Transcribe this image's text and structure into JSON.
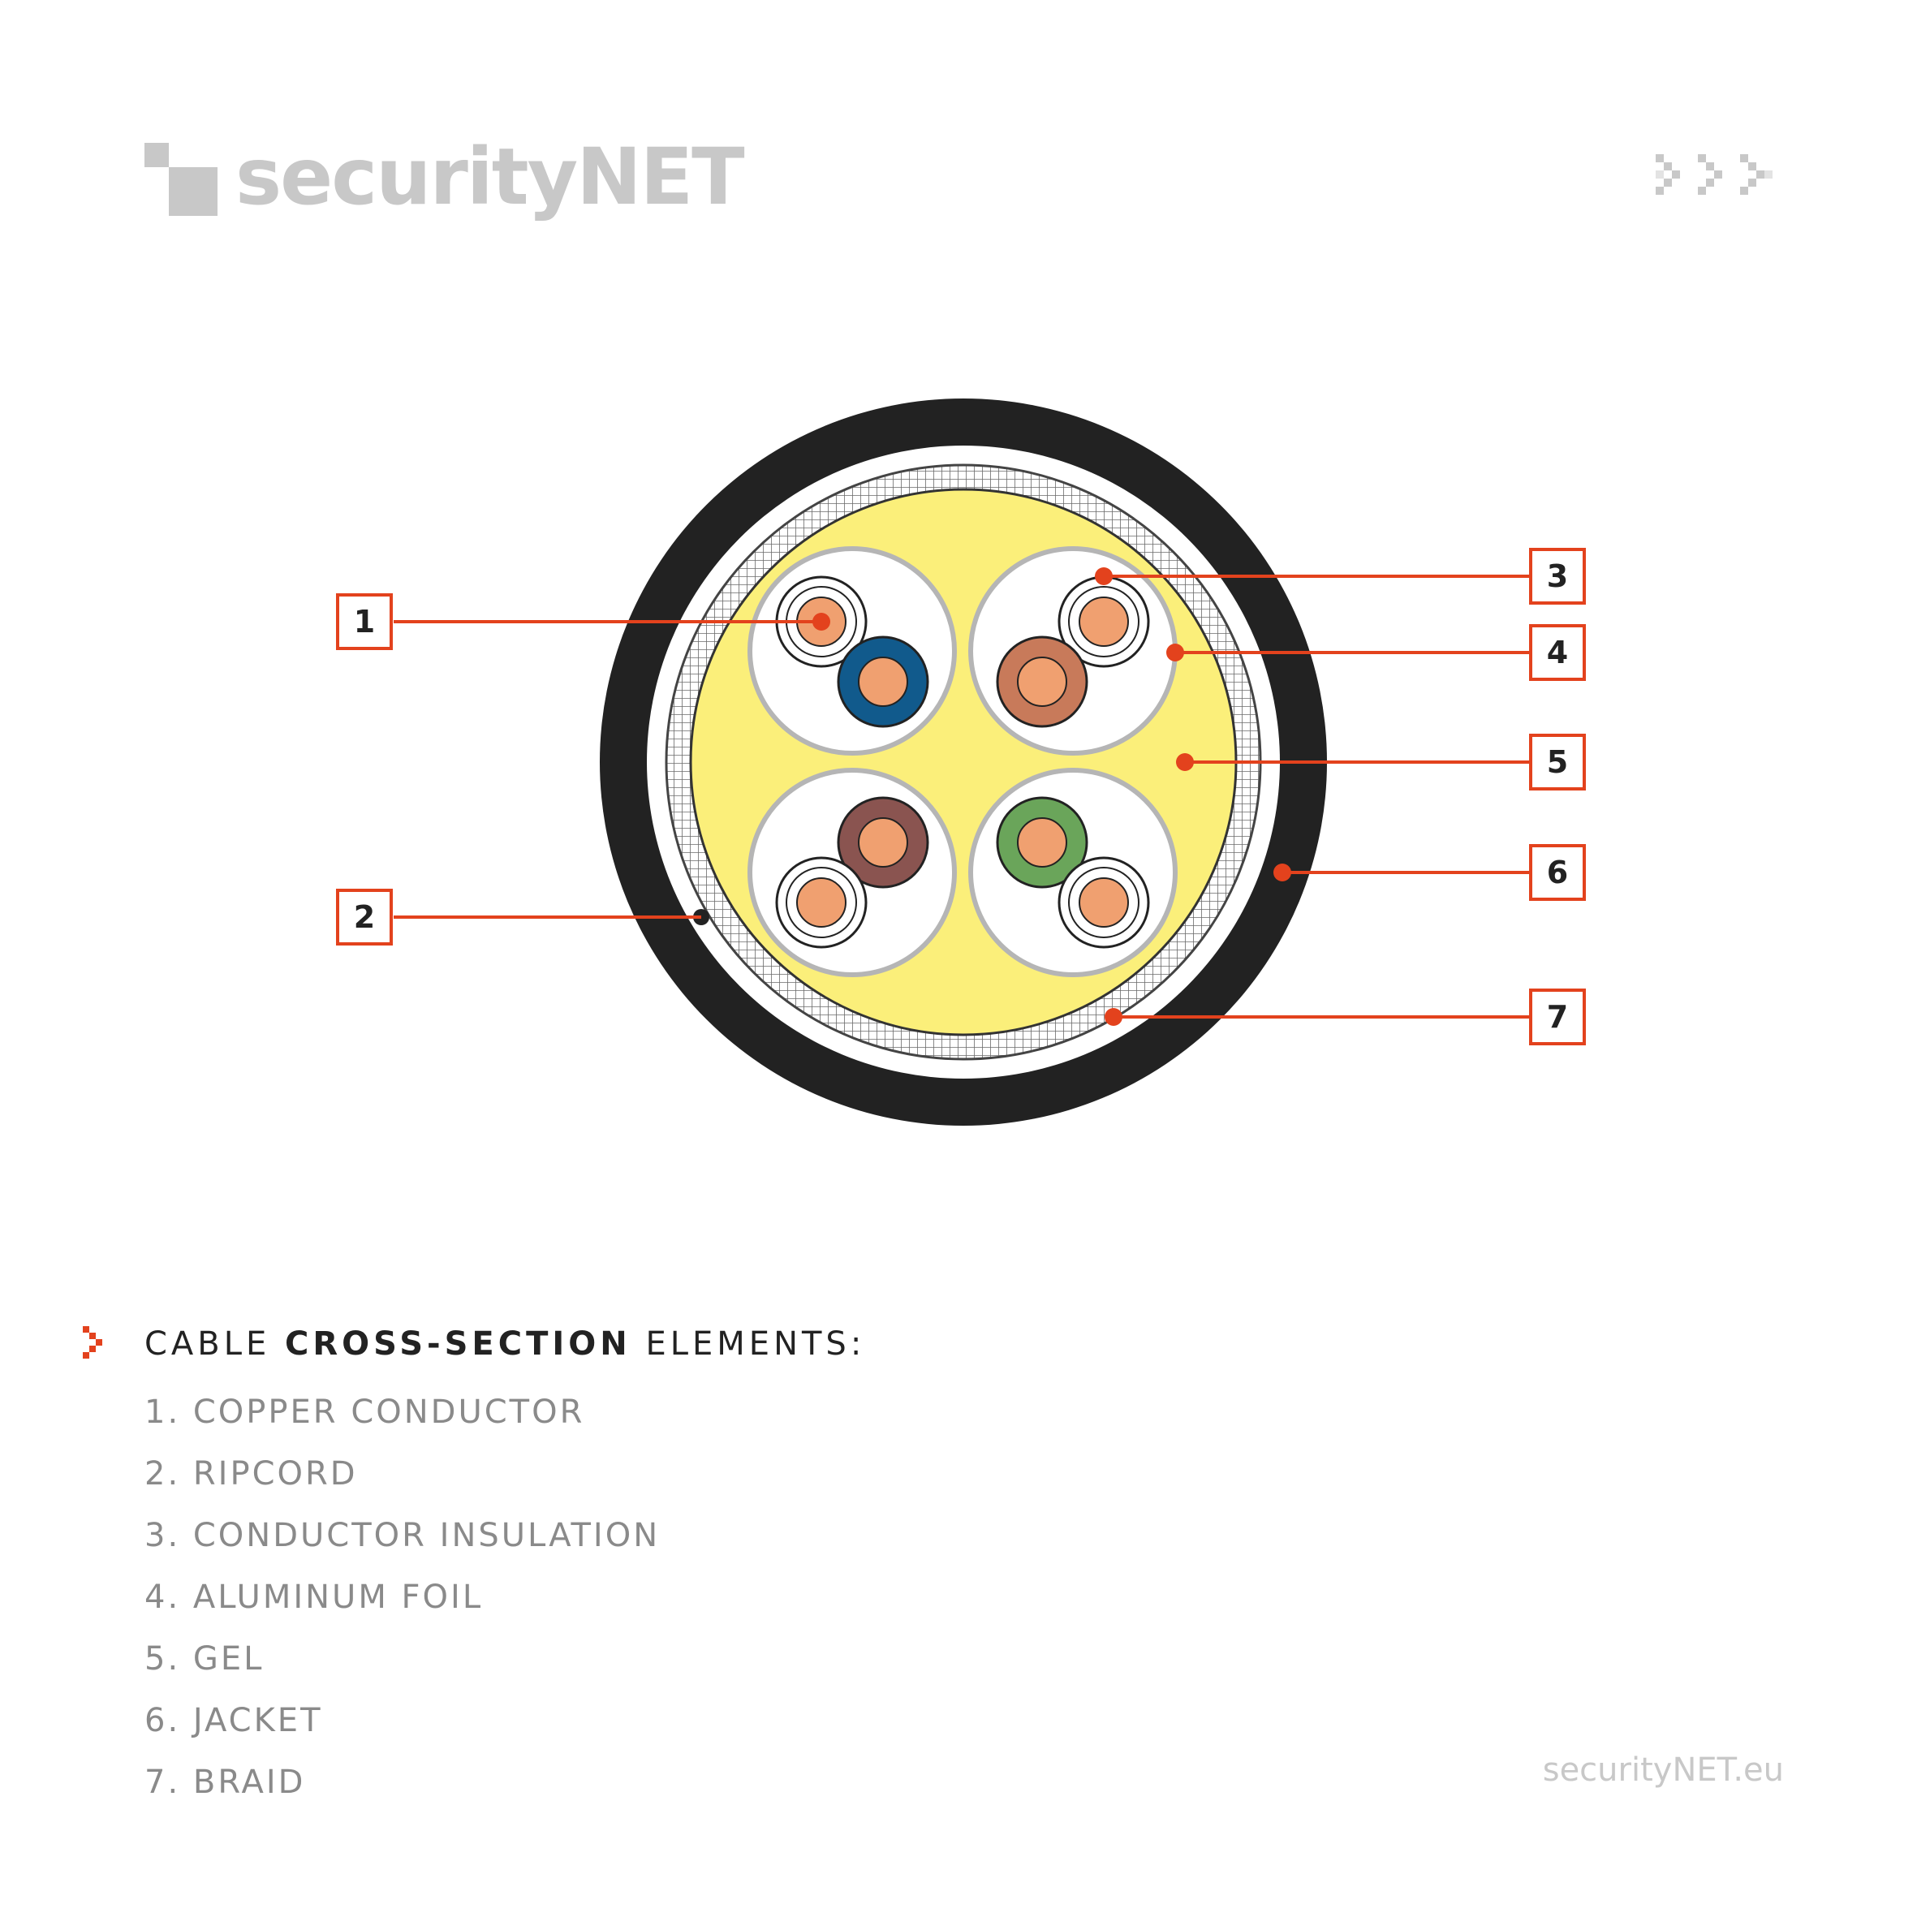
{
  "brand": {
    "logo_text": "securityNET",
    "url": "securityNET.eu",
    "accent_color": "#e3421d",
    "logo_color": "#c8c8c8"
  },
  "diagram": {
    "callouts": [
      "1",
      "2",
      "3",
      "4",
      "5",
      "6",
      "7"
    ],
    "colors": {
      "jacket": "#222222",
      "gel": "#fbef7a",
      "foil": "#b5b5b5",
      "copper": "#f0a070",
      "pair_blue": "#115a8c",
      "pair_orange": "#c87a5a",
      "pair_brown": "#8a5450",
      "pair_green": "#6aa55a"
    }
  },
  "legend": {
    "title_prefix": "CABLE",
    "title_bold": "CROSS-SECTION",
    "title_suffix": "ELEMENTS:",
    "items": [
      "1. COPPER CONDUCTOR",
      "2. RIPCORD",
      "3. CONDUCTOR INSULATION",
      "4. ALUMINUM FOIL",
      "5. GEL",
      "6. JACKET",
      "7. BRAID"
    ]
  }
}
